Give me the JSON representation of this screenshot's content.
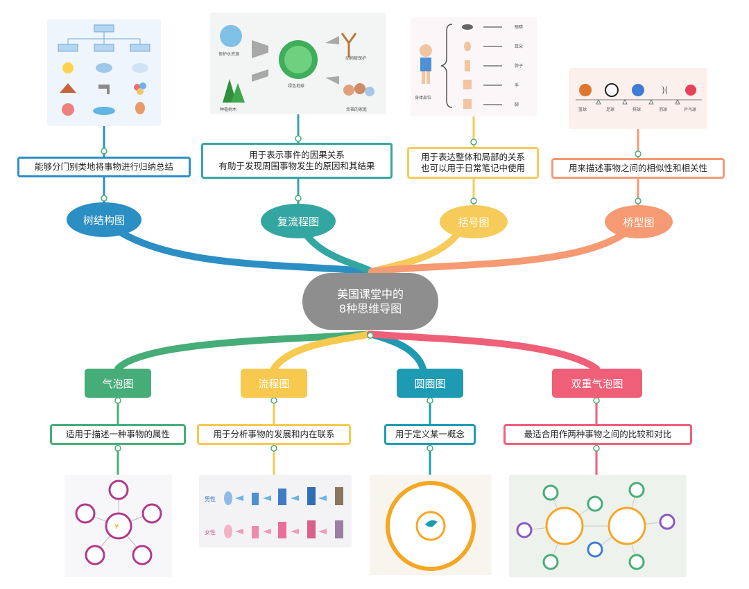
{
  "center": {
    "line1": "美国课堂中的",
    "line2": "8种思维导图"
  },
  "colors": {
    "tree": "#2b8fc4",
    "multi_flow": "#34a6a2",
    "brace": "#f7cb5a",
    "bridge": "#f59a72",
    "bubble": "#47ad78",
    "flow": "#f7c94e",
    "circle": "#1e9bb3",
    "double_bubble": "#ef5f78",
    "center": "#8e8e8e"
  },
  "branches": {
    "tree": {
      "label": "树结构图",
      "desc": "能够分门别类地将事物进行归纳总结"
    },
    "multi_flow": {
      "label": "复流程图",
      "desc": "用于表示事件的因果关系\n有助于发现周围事物发生的原因和其结果"
    },
    "brace": {
      "label": "括号图",
      "desc": "用于表达整体和局部的关系\n也可以用于日常笔记中使用"
    },
    "bridge": {
      "label": "桥型图",
      "desc": "用来描述事物之间的相似性和相关性"
    },
    "bubble": {
      "label": "气泡图",
      "desc": "适用于描述一种事物的属性"
    },
    "flow": {
      "label": "流程图",
      "desc": "用于分析事物的发展和内在联系"
    },
    "circle": {
      "label": "圆圈图",
      "desc": "用于定义某一概念"
    },
    "double_bubble": {
      "label": "双重气泡图",
      "desc": "最适合用作两种事物之间的比较和对比"
    }
  },
  "thumb_multi_flow": {
    "a": "保护水资源",
    "b": "绿色地球",
    "c": "动物被保护",
    "d": "种植树木",
    "e": "幸福的家庭"
  },
  "thumb_brace": {
    "r1": "眼睛",
    "r2": "耳朵",
    "r3": "脖子",
    "r4": "手",
    "r5": "脚",
    "whole": "身体部位"
  },
  "thumb_bridge": {
    "i1": "篮球",
    "i2": "足球",
    "i3": "排球",
    "i4": "羽球",
    "i5": "乒乓球"
  },
  "thumb_flow": {
    "male": "男性",
    "female": "女性"
  }
}
